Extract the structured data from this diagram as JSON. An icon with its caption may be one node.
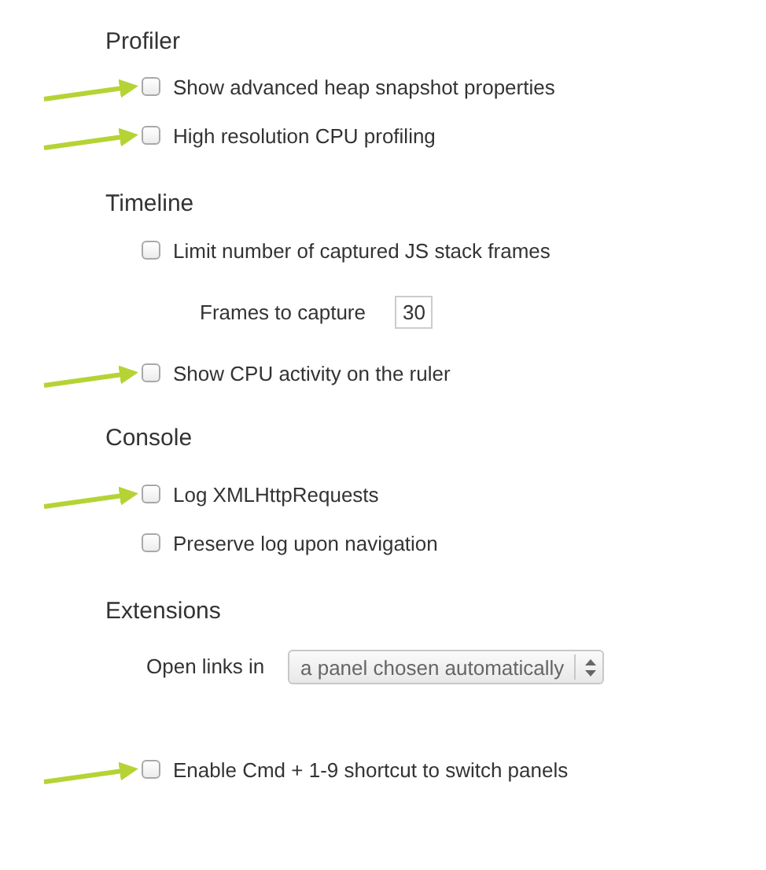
{
  "diagram": {
    "nodes": [
      {
        "text": [
          "Show advanced heap snapshot properties"
        ]
      },
      {
        "text": [
          "High resolution CPU profiling"
        ]
      },
      {
        "text": [
          "Limit number of captured JS stack frames"
        ]
      },
      {
        "text": [
          "Show CPU activity on the ruler"
        ]
      },
      {
        "text": [
          "Log XMLHttpRequests"
        ]
      },
      {
        "text": [
          "Preserve log upon navigation"
        ]
      },
      {
        "text": [
          "Enable Cmd + 1-9 shortcut to switch panels"
        ]
      }
    ],
    "edges": [
      {
        "from": null,
        "to": 0,
        "arrow": "to"
      },
      {
        "from": null,
        "to": 1,
        "arrow": "to"
      },
      {
        "from": null,
        "to": 3,
        "arrow": "to"
      },
      {
        "from": null,
        "to": 4,
        "arrow": "to"
      },
      {
        "from": null,
        "to": 6,
        "arrow": "to"
      }
    ],
    "labels": [
      "Profiler",
      "Timeline",
      "Frames to capture",
      "30",
      "Console",
      "Extensions",
      "Open links in",
      "a panel chosen automatically"
    ]
  }
}
